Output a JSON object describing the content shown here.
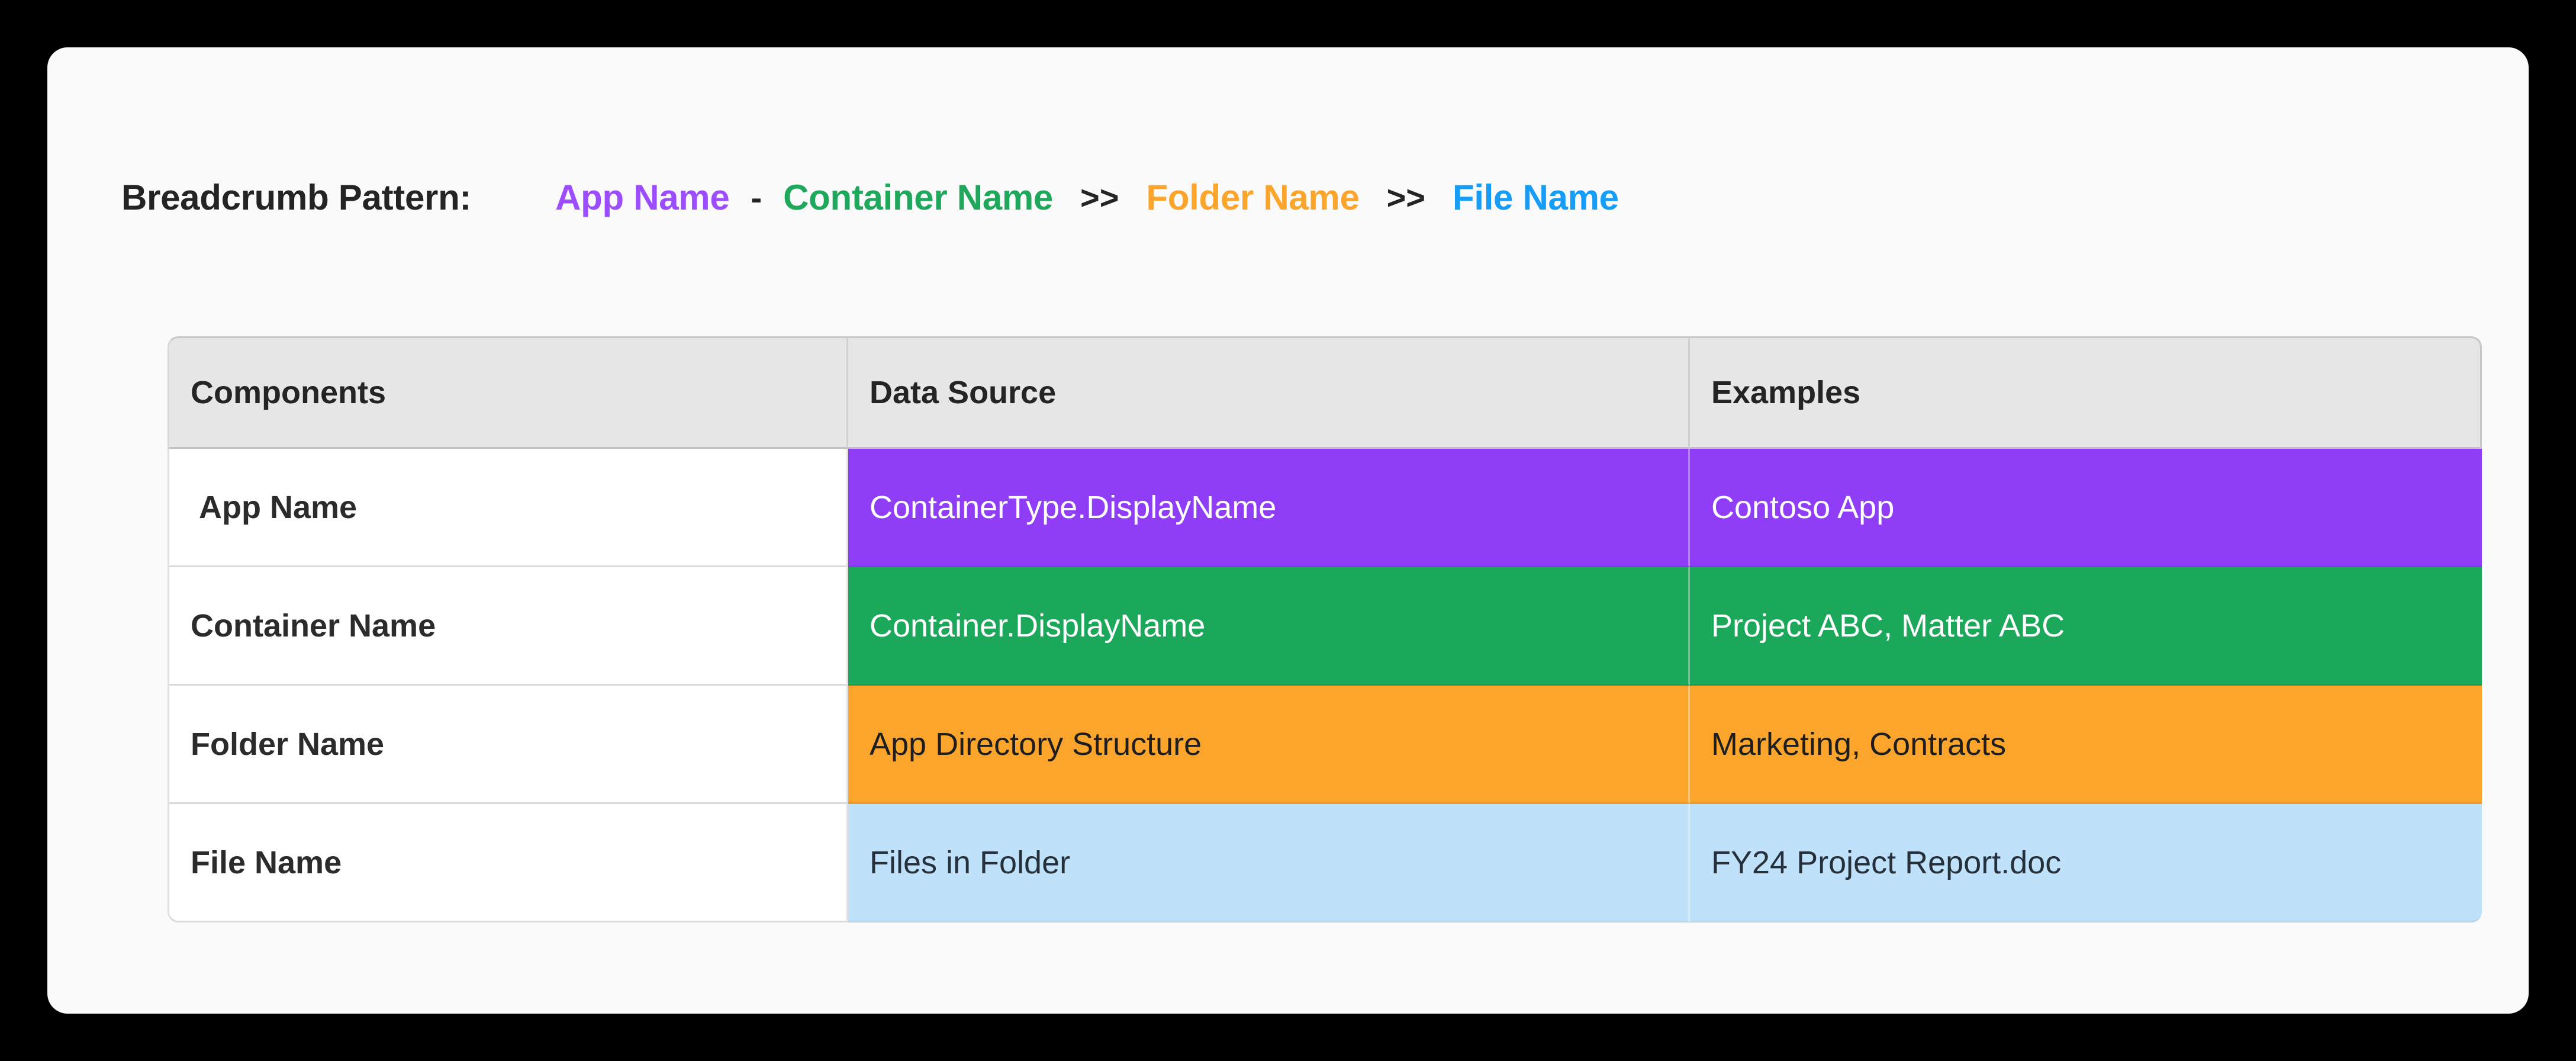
{
  "card": {
    "background": "#FAFAFA"
  },
  "breadcrumb": {
    "label": "Breadcrumb Pattern:",
    "segments": [
      {
        "text": "App Name",
        "color": "#9B4DFF"
      },
      {
        "text": "Container Name",
        "color": "#1FA85C"
      },
      {
        "text": "Folder Name",
        "color": "#FBA52D"
      },
      {
        "text": "File Name",
        "color": "#159DF7"
      }
    ],
    "separator_dash": "-",
    "separator_chevron": ">>"
  },
  "table": {
    "headers": [
      "Components",
      "Data Source",
      "Examples"
    ],
    "rows": [
      {
        "component": "App Name",
        "data_source": "ContainerType.DisplayName",
        "example": "Contoso App",
        "accent": "#8F3DF7",
        "text_color": "#FFFFFF"
      },
      {
        "component": "Container Name",
        "data_source": "Container.DisplayName",
        "example": "Project ABC, Matter ABC",
        "accent": "#1CA85A",
        "text_color": "#FFFFFF"
      },
      {
        "component": "Folder Name",
        "data_source": "App Directory Structure",
        "example": "Marketing, Contracts",
        "accent": "#FBA52D",
        "text_color": "#1E1E1E"
      },
      {
        "component": "File Name",
        "data_source": "Files in Folder",
        "example": "FY24 Project Report.doc",
        "accent": "#BFE1FA",
        "text_color": "#26303A"
      }
    ]
  }
}
